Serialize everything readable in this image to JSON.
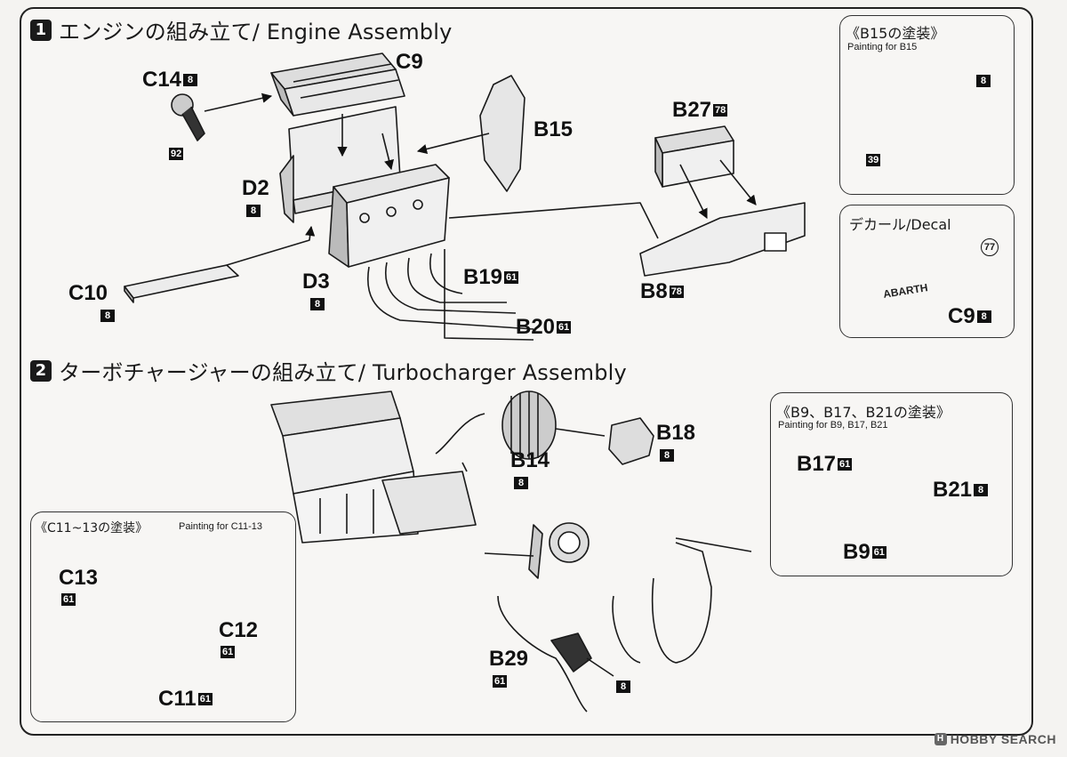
{
  "step1": {
    "number": "1",
    "title": "エンジンの組み立て/ Engine Assembly"
  },
  "step2": {
    "number": "2",
    "title": "ターボチャージャーの組み立て/ Turbocharger Assembly"
  },
  "parts": {
    "c14": {
      "code": "C14",
      "color": "8"
    },
    "c14_sub": {
      "color": "92"
    },
    "c9": {
      "code": "C9"
    },
    "b15": {
      "code": "B15"
    },
    "b27": {
      "code": "B27",
      "color": "78"
    },
    "d2": {
      "code": "D2",
      "color": "8"
    },
    "c10": {
      "code": "C10",
      "color": "8"
    },
    "d3": {
      "code": "D3",
      "color": "8"
    },
    "b19": {
      "code": "B19",
      "color": "61"
    },
    "b20": {
      "code": "B20",
      "color": "61"
    },
    "b8": {
      "code": "B8",
      "color": "78"
    },
    "b14": {
      "code": "B14",
      "color": "8"
    },
    "b18": {
      "code": "B18",
      "color": "8"
    },
    "b29": {
      "code": "B29",
      "color": "61"
    },
    "b29_sub": {
      "color": "8"
    },
    "c13": {
      "code": "C13",
      "color": "61"
    },
    "c12": {
      "code": "C12",
      "color": "61"
    },
    "c11": {
      "code": "C11",
      "color": "61"
    }
  },
  "panel_b15": {
    "title": "《B15の塗装》",
    "subtitle": "Painting for B15",
    "color_a": "8",
    "color_b": "39"
  },
  "panel_decal": {
    "title": "デカール/Decal",
    "decal_no": "77",
    "decal_text": "ABARTH",
    "part": "C9",
    "color": "8"
  },
  "panel_b9": {
    "title": "《B9、B17、B21の塗装》",
    "subtitle": "Painting for B9, B17, B21",
    "b17": {
      "code": "B17",
      "color": "61"
    },
    "b21": {
      "code": "B21",
      "color": "8"
    },
    "b9": {
      "code": "B9",
      "color": "61"
    }
  },
  "panel_c11": {
    "title": "《C11~13の塗装》",
    "subtitle": "Painting for C11-13"
  },
  "watermark": {
    "text": "HOBBY SEARCH",
    "logo": "H"
  }
}
